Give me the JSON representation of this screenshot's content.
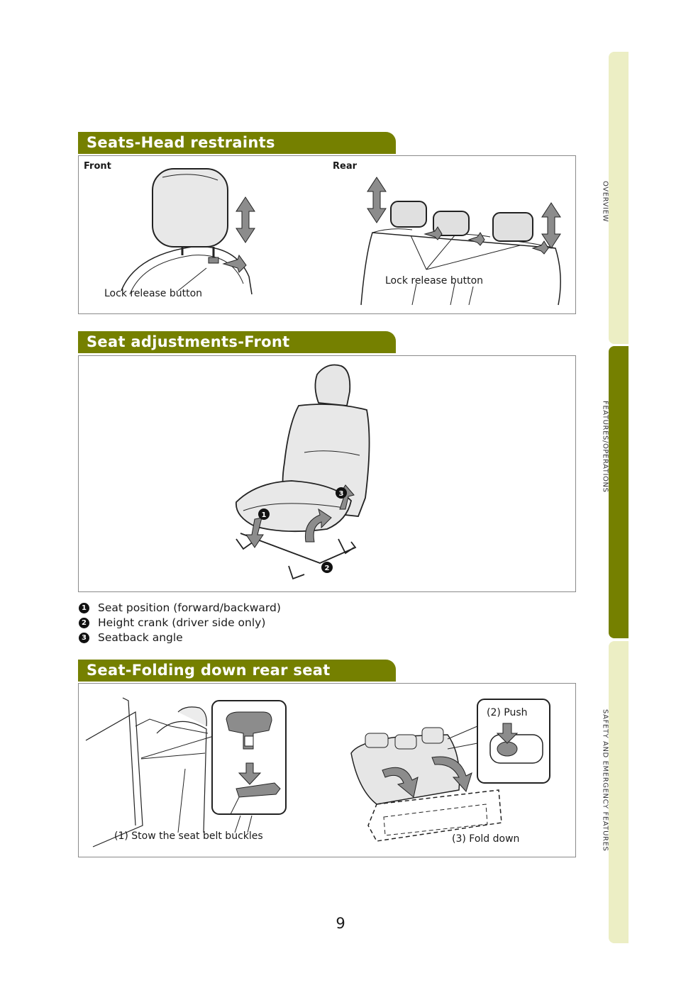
{
  "side_tabs": {
    "overview": "OVERVIEW",
    "features": "FEATURES/OPERATIONS",
    "safety": "SAFETY AND EMERGENCY FEATURES"
  },
  "sections": {
    "head_restraints": {
      "title": "Seats-Head restraints",
      "front_label": "Front",
      "rear_label": "Rear",
      "front_callout": "Lock release button",
      "rear_callout": "Lock release button"
    },
    "seat_adjustments": {
      "title": "Seat adjustments-Front",
      "items": [
        {
          "num": "1",
          "text": "Seat position (forward/backward)"
        },
        {
          "num": "2",
          "text": "Height crank (driver side only)"
        },
        {
          "num": "3",
          "text": "Seatback angle"
        }
      ]
    },
    "folding_rear": {
      "title": "Seat-Folding down rear seat",
      "step1": "(1) Stow the seat belt buckles",
      "step2": "(2) Push",
      "step3": "(3) Fold down"
    }
  },
  "page_number": "9",
  "colors": {
    "accent": "#758000",
    "tab_light": "#eceec4",
    "arrow_gray": "#8c8c8c"
  }
}
